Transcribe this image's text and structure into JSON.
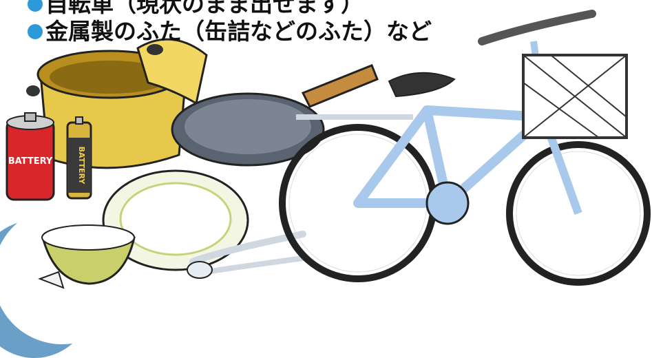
{
  "lines": [
    "自転車（現状のまま出せます）",
    "金属製のふた（缶詰などのふた）など"
  ],
  "battery_label": "BATTERY",
  "colors": {
    "bullet": "#2c9ad8",
    "pot": "#e6c94a",
    "pan": "#5a6470",
    "bicycle": "#a9c9ec",
    "battery_red": "#d8262b",
    "battery_gold": "#d7b43c",
    "bowl": "#c9cf6a"
  }
}
